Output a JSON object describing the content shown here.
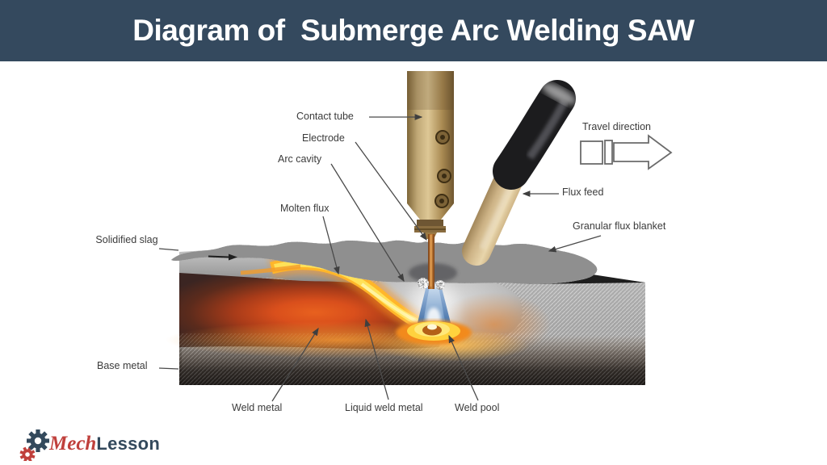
{
  "header": {
    "title": "Diagram of  Submerge Arc Welding SAW"
  },
  "diagram": {
    "labels": [
      {
        "id": "contact-tube",
        "text": "Contact tube"
      },
      {
        "id": "electrode",
        "text": "Electrode"
      },
      {
        "id": "arc-cavity",
        "text": "Arc cavity"
      },
      {
        "id": "molten-flux",
        "text": "Molten flux"
      },
      {
        "id": "solidified-slag",
        "text": "Solidified slag"
      },
      {
        "id": "travel-direction",
        "text": "Travel direction"
      },
      {
        "id": "flux-feed",
        "text": "Flux feed"
      },
      {
        "id": "granular-flux-blanket",
        "text": "Granular flux blanket"
      },
      {
        "id": "base-metal",
        "text": "Base metal"
      },
      {
        "id": "weld-metal",
        "text": "Weld metal"
      },
      {
        "id": "liquid-weld-metal",
        "text": "Liquid weld metal"
      },
      {
        "id": "weld-pool",
        "text": "Weld pool"
      }
    ]
  },
  "logo": {
    "mech": "Mech",
    "lesson": "Lesson"
  },
  "colors": {
    "header_bg": "#34495e",
    "header_text": "#ffffff",
    "label_text": "#3b3b3b",
    "logo_red": "#c0403c",
    "logo_navy": "#33495c",
    "flux_yellow": "#ffd23e",
    "arc_blue": "#4a79b0",
    "weld_orange": "#d94f1c",
    "slag_gray": "#a8a8a8",
    "brass": "#c9b184",
    "copper": "#c47a2e",
    "hose_black": "#1d1d1f"
  }
}
